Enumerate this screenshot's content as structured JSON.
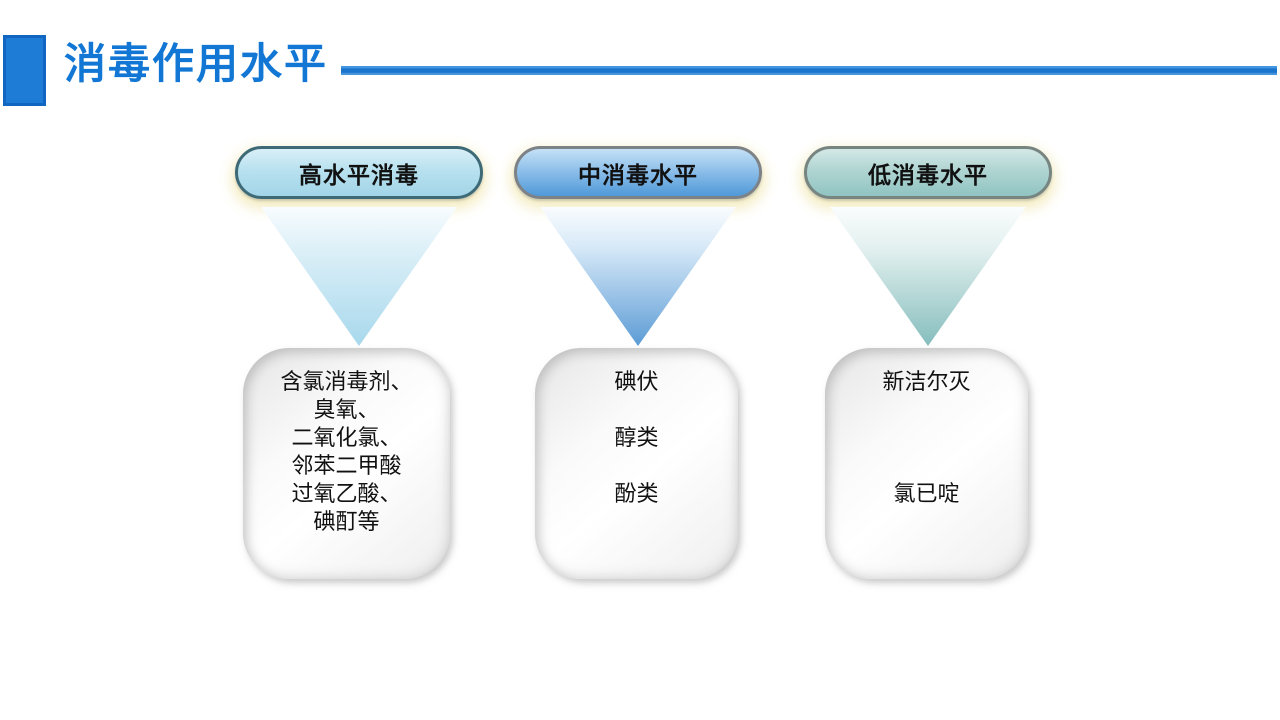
{
  "slide_title": "消毒作用水平",
  "colors": {
    "title_blue": "#1277d4",
    "accent_square_fill": "#1e7cd7",
    "accent_square_border": "#1166c2",
    "title_rule_blue": "#1b74cb",
    "pill_high_fill_top": "#d9eff7",
    "pill_high_fill_bottom": "#a2d5e8",
    "pill_high_border": "#3d6a76",
    "pill_medium_fill_top": "#c4e1f6",
    "pill_medium_fill_bottom": "#4f99d8",
    "pill_medium_border": "#7d8287",
    "pill_low_fill_top": "#d3e8e6",
    "pill_low_fill_bottom": "#90c4c2",
    "pill_low_border": "#778581",
    "funnel_high_tip": "#a7d8ec",
    "funnel_medium_tip": "#5b9bd5",
    "funnel_low_tip": "#85bdbd",
    "pill_glow": "#f2eab9",
    "box_rim_gray": "#d9d9d9",
    "text_black": "#111111"
  },
  "columns": [
    {
      "header": "高水平消毒",
      "items": [
        "含氯消毒剂、",
        "臭氧、",
        "二氧化氯、",
        "邻苯二甲酸",
        "过氧乙酸、",
        "碘酊等"
      ]
    },
    {
      "header": "中消毒水平",
      "items": [
        "碘伏",
        "醇类",
        "酚类"
      ]
    },
    {
      "header": "低消毒水平",
      "items": [
        "新洁尔灭",
        "氯已啶"
      ]
    }
  ]
}
